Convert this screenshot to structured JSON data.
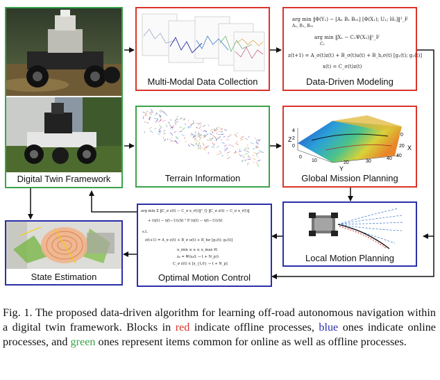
{
  "blocks": {
    "digital_twin": {
      "label": "Digital Twin Framework",
      "category": "common"
    },
    "data_collection": {
      "label": "Multi-Modal Data Collection",
      "category": "offline"
    },
    "data_modeling": {
      "label": "Data-Driven Modeling",
      "category": "offline"
    },
    "terrain": {
      "label": "Terrain Information",
      "category": "common"
    },
    "global_planning": {
      "label": "Global Mission Planning",
      "category": "offline"
    },
    "local_planning": {
      "label": "Local Motion Planning",
      "category": "online"
    },
    "motion_control": {
      "label": "Optimal Motion Control",
      "category": "online"
    },
    "state_estimation": {
      "label": "State Estimation",
      "category": "online"
    }
  },
  "modeling_equations": {
    "eq1": "arg min ‖Φ(Y₁) − [A₁ B₁ B₀₁] [Φ(X₁); U₁; H₁]‖²_F",
    "eq1_sub": "A₁, B₁, B₀₁",
    "eq2": "arg min ‖X₁ − C₁Ψ(X₁)‖²_F",
    "eq2_sub": "C₁",
    "eq3": "z(t+1) = A_σ(t)z(t) + B_σ(t)u(t) + B_h,σ(t) [g₁(t); g₂(t)]",
    "eq4": "x(t) = C_σ(t)z(t)"
  },
  "control_equations": {
    "l1": "arg min Σ ‖C_σ z(t) − C_σ x_r(t)‖²_Q ‖C_σ z(t) − C_σ x_r(t)‖",
    "l2": "+ (η(t) − η(t−1))/Δt ᵀ P (η(t) − η(t−1))/Δt",
    "l3": "s.t.",
    "l4": "z(t+1) = A_σ z(t) + B_σ u(t) + B_hσ [g₁(t); g₂(t)]",
    "l5": "u_min ≤ u ≤ u_max ∀t",
    "l6": "z₀ = Ψ(x₀(t → t + N_p))",
    "l7": "C_σ z(t) ∈ [x_{t,0} → t + N_p]"
  },
  "terrain_axes": {
    "z_label": "Z",
    "x_label": "X",
    "y_label": "Y",
    "z_ticks": [
      "4",
      "2",
      "0"
    ],
    "y_ticks": [
      "0",
      "10",
      "20",
      "30",
      "40"
    ],
    "x_ticks": [
      "0",
      "20",
      "40"
    ]
  },
  "caption": {
    "part1": "Fig. 1.    The proposed data-driven algorithm for learning off-road autonomous navigation within a digital twin framework. Blocks in ",
    "red_word": "red",
    "part2": " indicate offline processes, ",
    "blue_word": "blue",
    "part3": " ones indicate online processes, and ",
    "green_word": "green",
    "part4": " ones represent items common for online as well as offline processes."
  },
  "colors": {
    "red": "#d9342b",
    "blue": "#2b2fa8",
    "green": "#3aa34a",
    "arrow": "#111111"
  }
}
